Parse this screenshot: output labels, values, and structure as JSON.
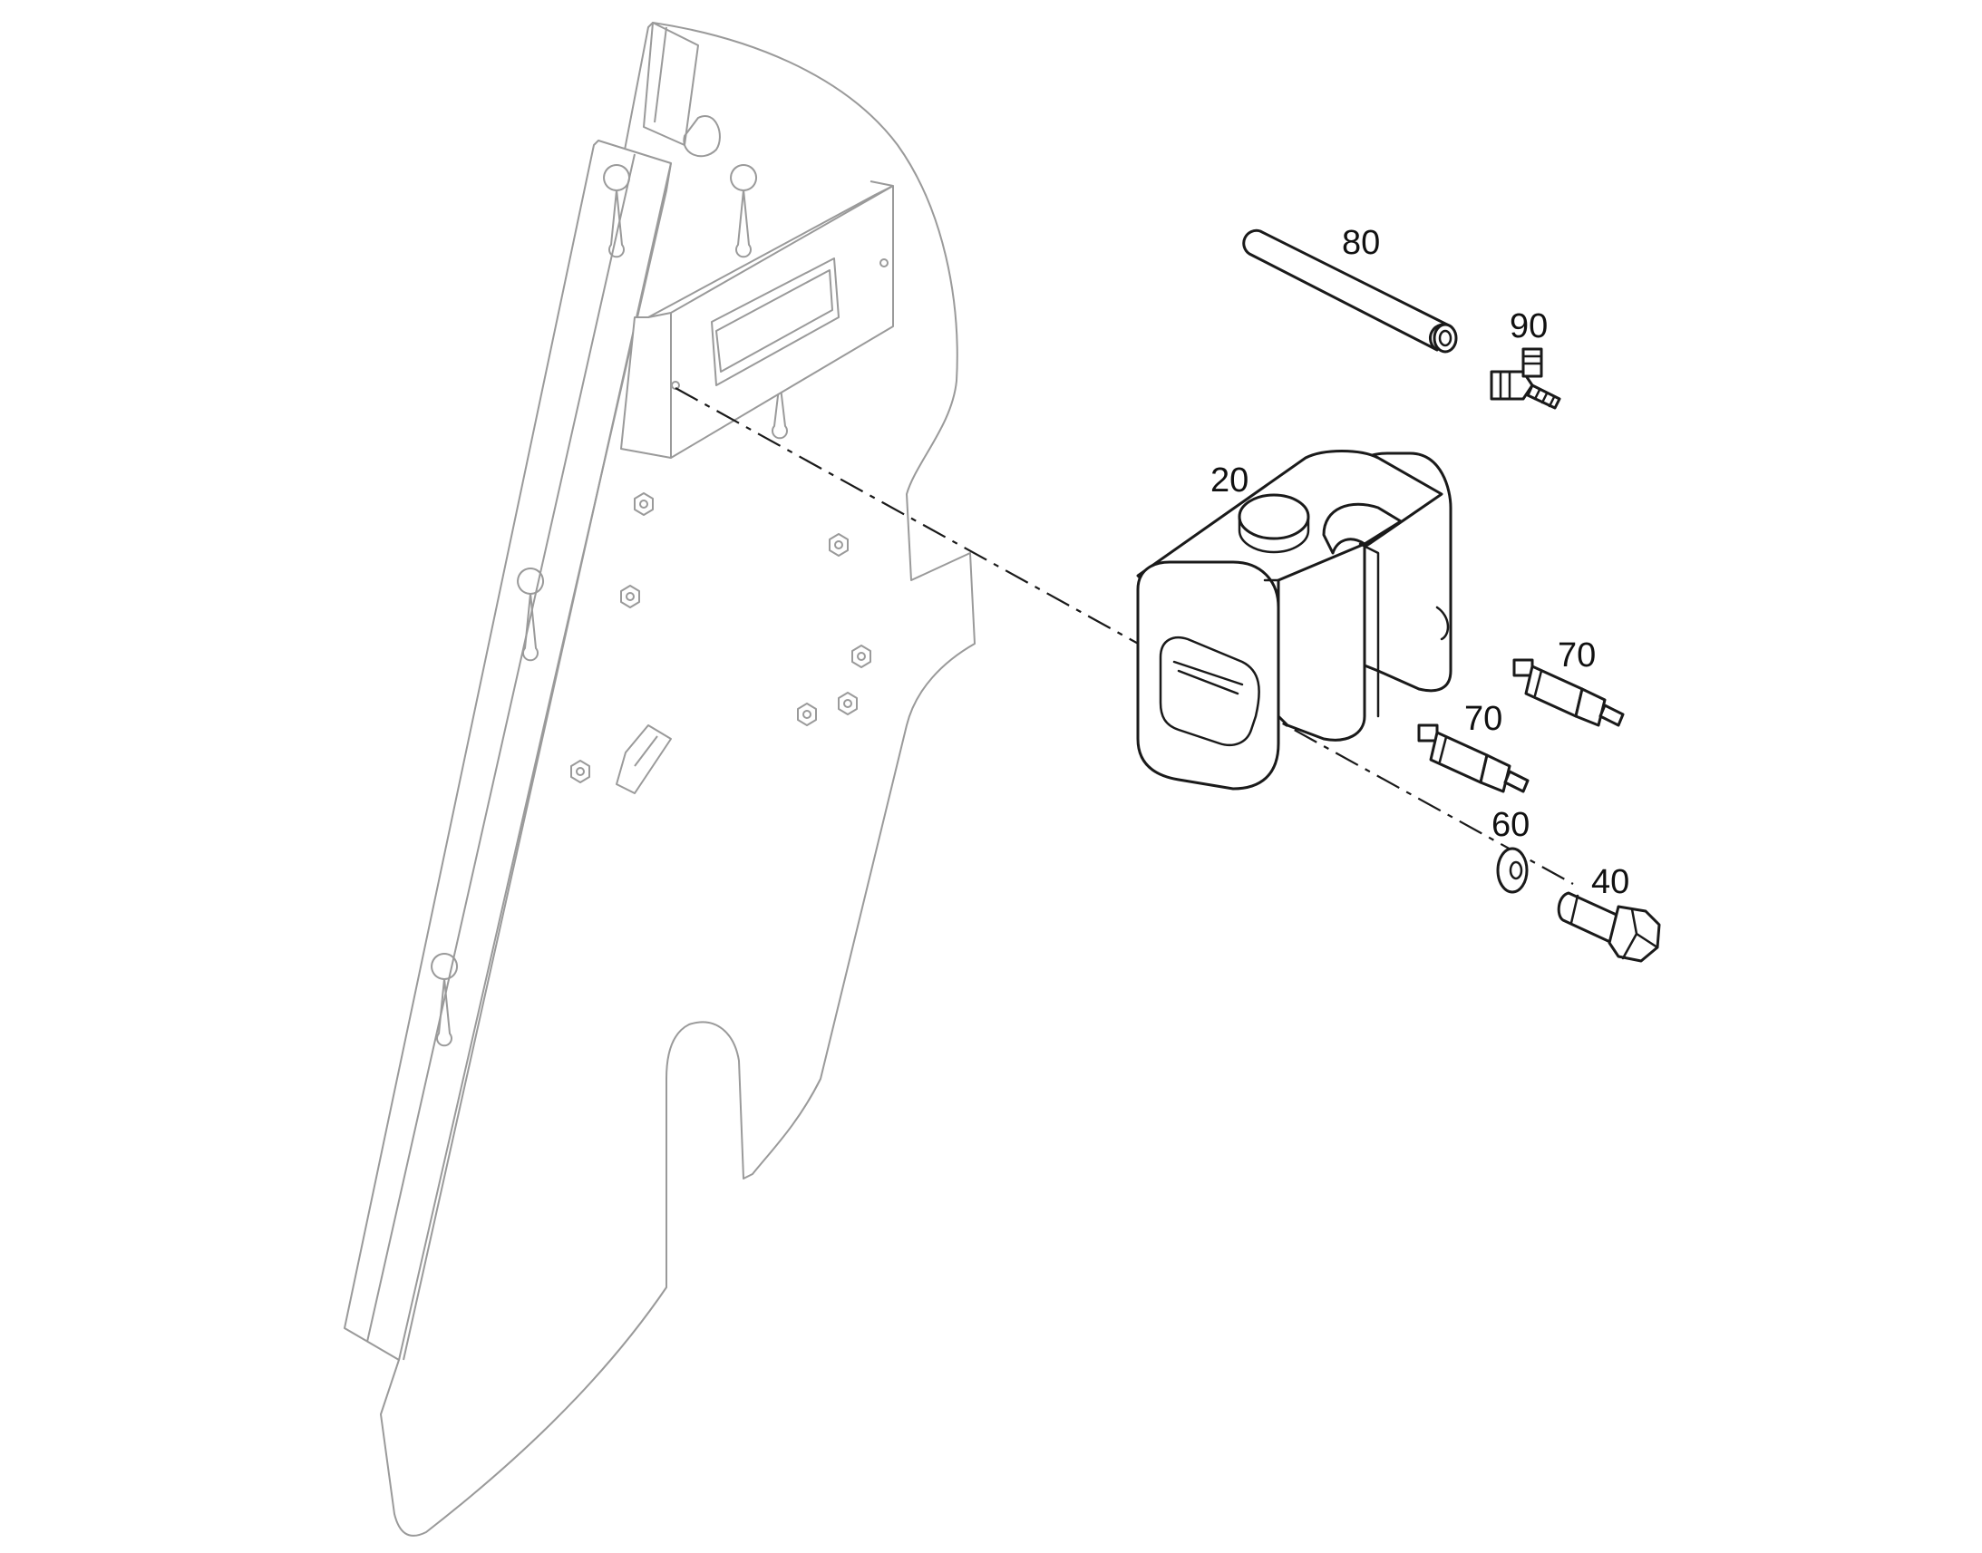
{
  "callouts": [
    {
      "id": "80",
      "label": "80"
    },
    {
      "id": "90",
      "label": "90"
    },
    {
      "id": "20",
      "label": "20"
    },
    {
      "id": "70a",
      "label": "70"
    },
    {
      "id": "70b",
      "label": "70"
    },
    {
      "id": "60",
      "label": "60"
    },
    {
      "id": "40",
      "label": "40"
    }
  ],
  "colors": {
    "background": "#ffffff",
    "part_stroke": "#1a1a1a",
    "ghost_stroke": "#9a9a9a"
  }
}
